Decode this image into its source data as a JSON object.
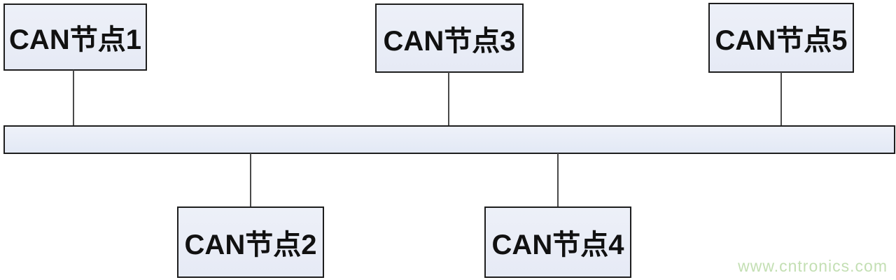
{
  "diagram_type": "bus-topology",
  "nodes": [
    {
      "id": 1,
      "label": "CAN节点1",
      "position": "top"
    },
    {
      "id": 2,
      "label": "CAN节点2",
      "position": "bottom"
    },
    {
      "id": 3,
      "label": "CAN节点3",
      "position": "top"
    },
    {
      "id": 4,
      "label": "CAN节点4",
      "position": "bottom"
    },
    {
      "id": 5,
      "label": "CAN节点5",
      "position": "top"
    }
  ],
  "connections": [
    {
      "from": "CAN节点1",
      "to": "bus"
    },
    {
      "from": "CAN节点2",
      "to": "bus"
    },
    {
      "from": "CAN节点3",
      "to": "bus"
    },
    {
      "from": "CAN节点4",
      "to": "bus"
    },
    {
      "from": "CAN节点5",
      "to": "bus"
    }
  ],
  "watermark": "www.cntronics.com",
  "colors": {
    "node_fill": "#e9edf6",
    "node_border": "#1e1e1e",
    "connector_line": "#4a4a4a",
    "label_text": "#111111",
    "watermark_text": "#c3dfb3",
    "background": "#ffffff"
  }
}
